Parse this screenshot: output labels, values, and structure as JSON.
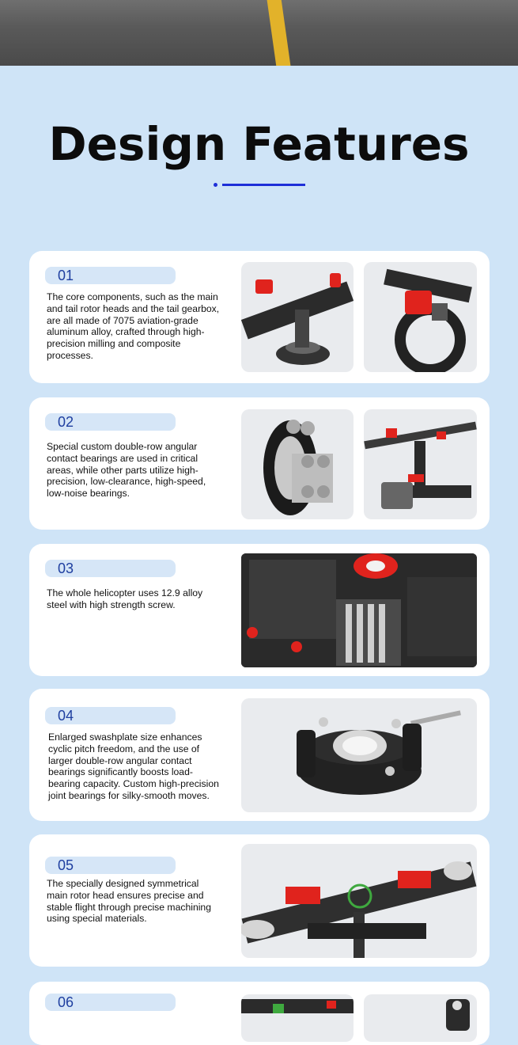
{
  "heading": "Design Features",
  "features": [
    {
      "num": "01",
      "text": "The core components, such as the main and tail rotor heads and the tail gearbox, are all made of 7075 aviation-grade aluminum alloy, crafted through high-precision milling and composite processes."
    },
    {
      "num": "02",
      "text": "Special custom double-row angular contact bearings are used in critical areas, while other parts utilize high-precision, low-clearance, high-speed, low-noise bearings."
    },
    {
      "num": "03",
      "text": "The whole helicopter uses 12.9 alloy steel with high strength screw."
    },
    {
      "num": "04",
      "text": "Enlarged swashplate size enhances cyclic pitch freedom, and the use of larger double-row angular contact bearings significantly boosts load-bearing capacity. Custom high-precision joint bearings for silky-smooth moves."
    },
    {
      "num": "05",
      "text": "The specially designed symmetrical main rotor head ensures precise and stable flight through precise machining using special materials."
    },
    {
      "num": "06",
      "text": ""
    }
  ],
  "colors": {
    "background": "#cfe4f7",
    "accent": "#1e2fd8",
    "badge": "#d6e6f7",
    "part_red": "#e0231d"
  },
  "icons": [
    "rotor-head-image",
    "tail-gearbox-image",
    "bearing-image",
    "rotor-assembly-image",
    "frame-screws-image",
    "swashplate-image",
    "main-rotor-head-image"
  ]
}
